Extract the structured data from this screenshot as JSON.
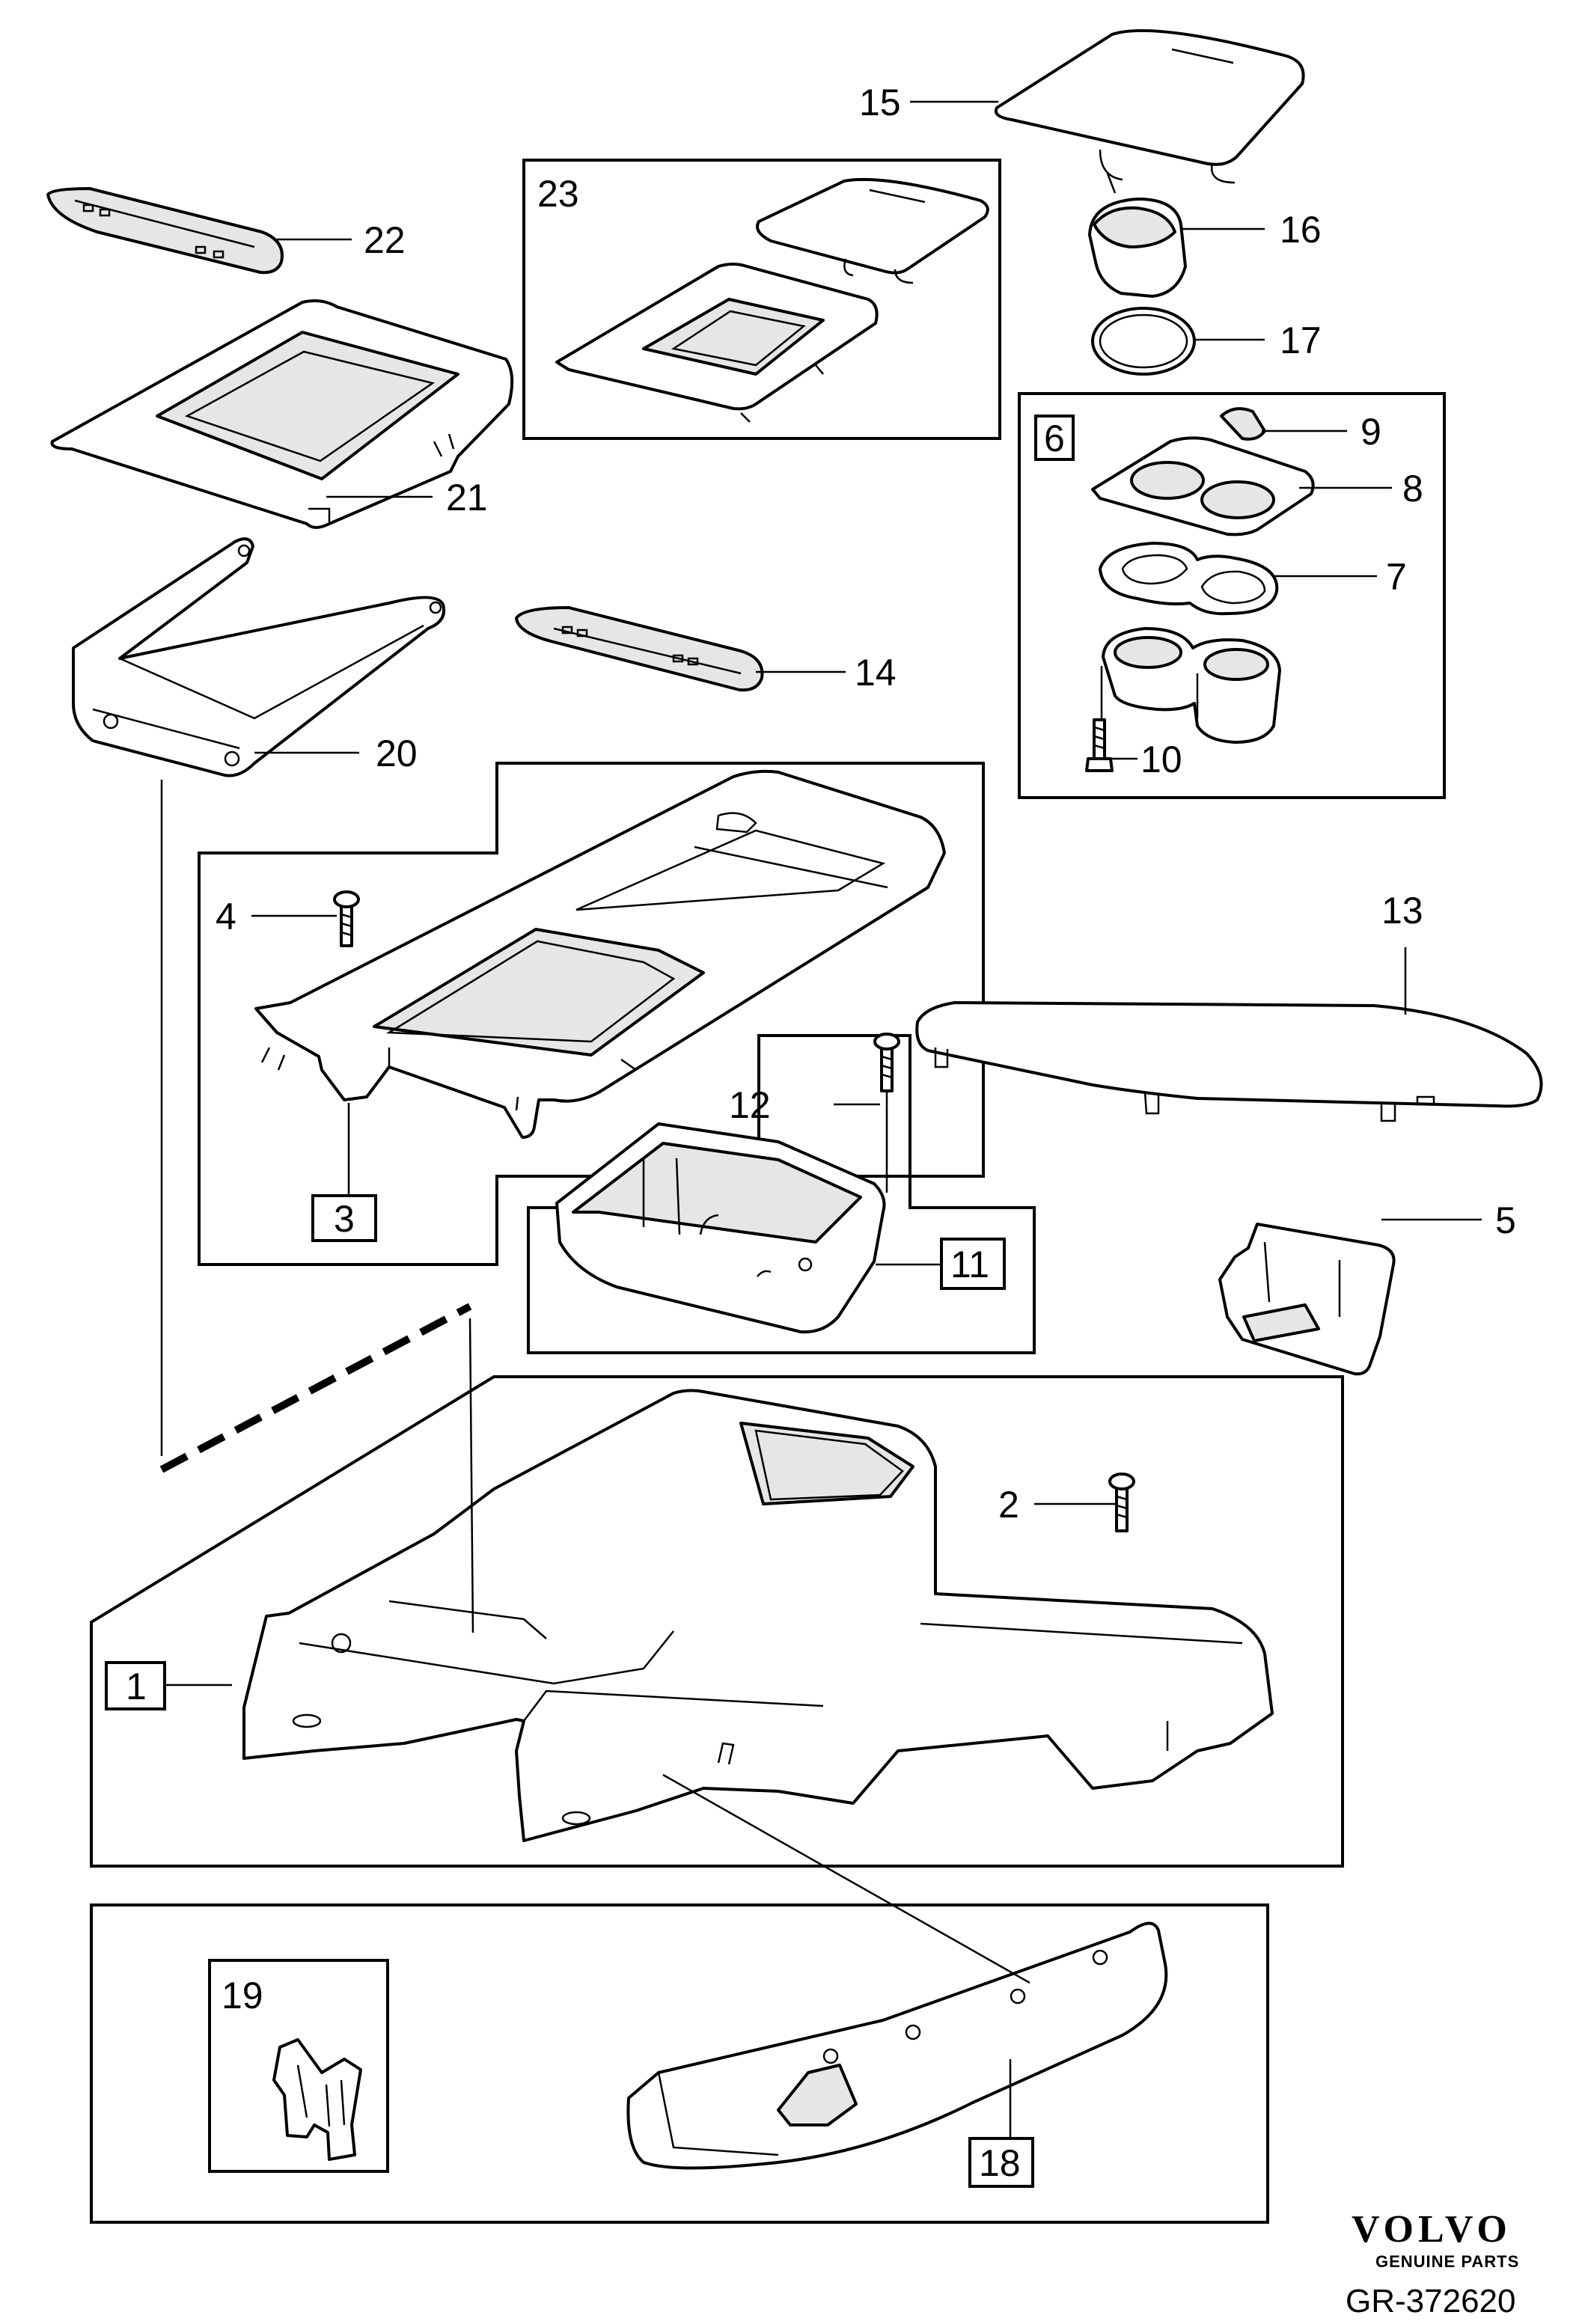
{
  "callouts": {
    "c1": "1",
    "c2": "2",
    "c3": "3",
    "c4": "4",
    "c5": "5",
    "c6": "6",
    "c7": "7",
    "c8": "8",
    "c9": "9",
    "c10": "10",
    "c11": "11",
    "c12": "12",
    "c13": "13",
    "c14": "14",
    "c15": "15",
    "c16": "16",
    "c17": "17",
    "c18": "18",
    "c19": "19",
    "c20": "20",
    "c21": "21",
    "c22": "22",
    "c23": "23"
  },
  "brand": {
    "name": "VOLVO",
    "tagline": "GENUINE PARTS"
  },
  "reference": "GR-372620"
}
